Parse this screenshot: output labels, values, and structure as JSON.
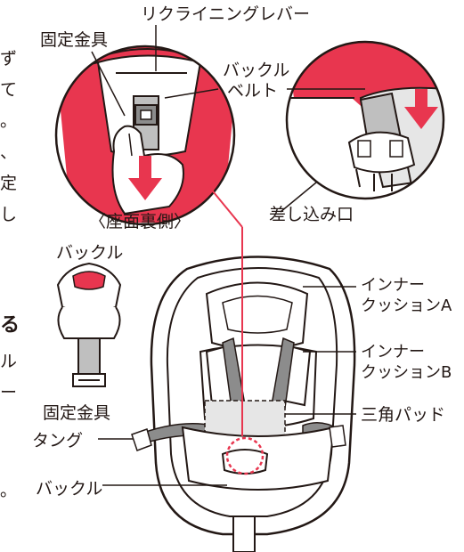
{
  "labels": {
    "reclining_lever": "リクライニングレバー",
    "fixing_bracket_top": "固定金具",
    "buckle_belt_top": "バックル",
    "buckle_belt_bottom": "ベルト",
    "insertion_slot": "差し込み口",
    "seat_underside": "〈座面裏側〉",
    "buckle_left": "バックル",
    "fixing_bracket_left": "固定金具",
    "tongue": "タング",
    "buckle_bottom": "バックル",
    "inner_cushion_a_1": "インナー",
    "inner_cushion_a_2": "クッションA",
    "inner_cushion_b_1": "インナー",
    "inner_cushion_b_2": "クッションB",
    "triangle_pad": "三角パッド"
  },
  "edge_text": [
    "ず",
    "て",
    "。",
    "、",
    "定",
    "し",
    "る",
    "ル",
    "ー",
    "。"
  ],
  "colors": {
    "accent_red": "#e8364f",
    "line": "#231815",
    "gray_light": "#e6e6e6",
    "gray_mid": "#bfbfbf",
    "gray_dark": "#8c8c8c"
  },
  "icons": [
    "down-arrow-icon-left",
    "down-arrow-icon-right"
  ]
}
